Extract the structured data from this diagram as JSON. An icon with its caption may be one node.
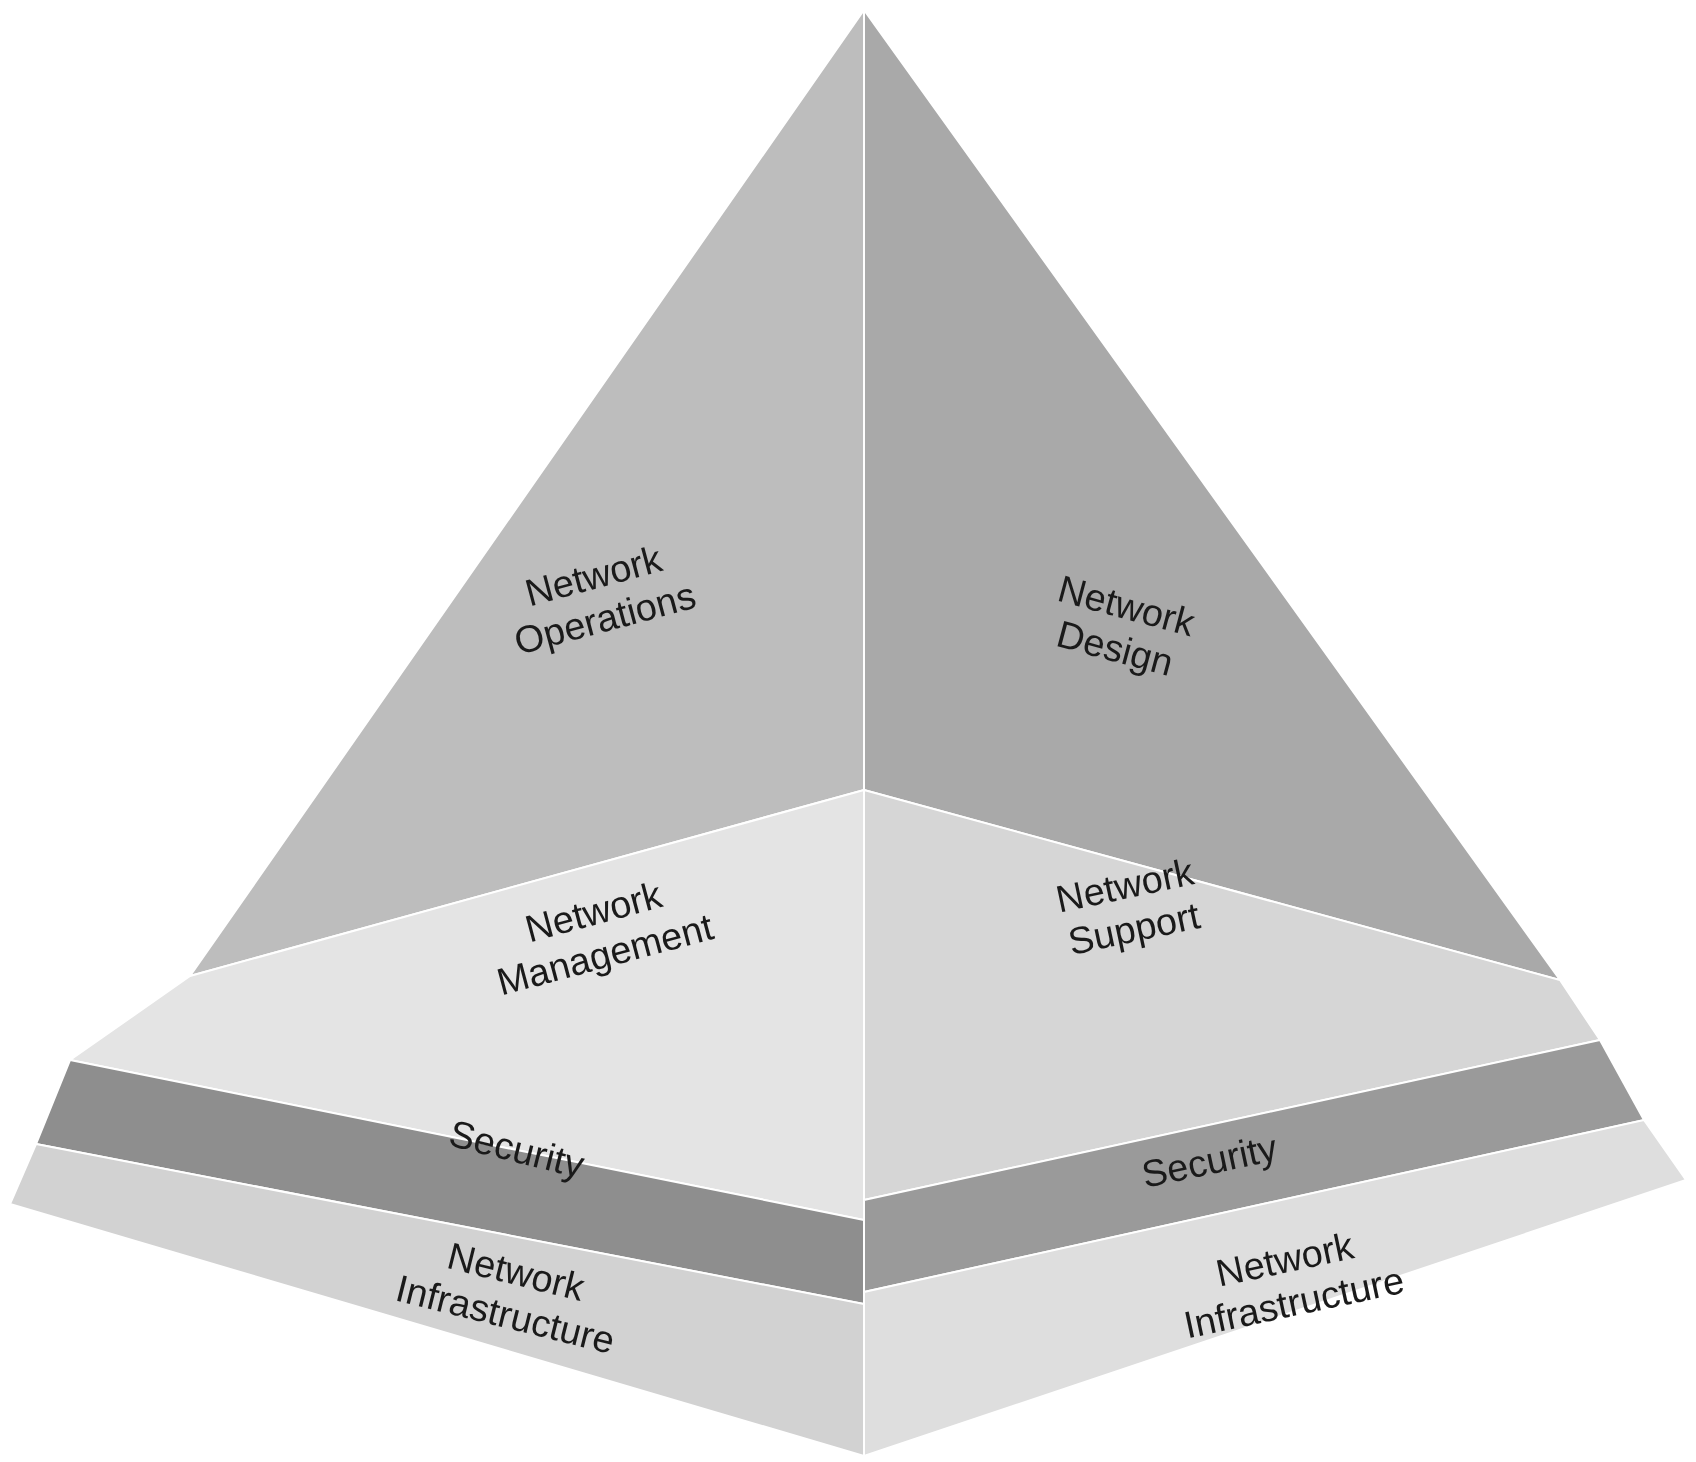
{
  "diagram": {
    "nodes": [
      {
        "text": [
          "Network Operations"
        ]
      },
      {
        "text": [
          "Network Design"
        ]
      },
      {
        "text": [
          "Network Management"
        ]
      },
      {
        "text": [
          "Network Support"
        ]
      },
      {
        "text": [
          "Security"
        ]
      },
      {
        "text": [
          "Security"
        ]
      },
      {
        "text": [
          "Network Infrastructure"
        ]
      },
      {
        "text": [
          "Network Infrastructure"
        ]
      }
    ]
  }
}
